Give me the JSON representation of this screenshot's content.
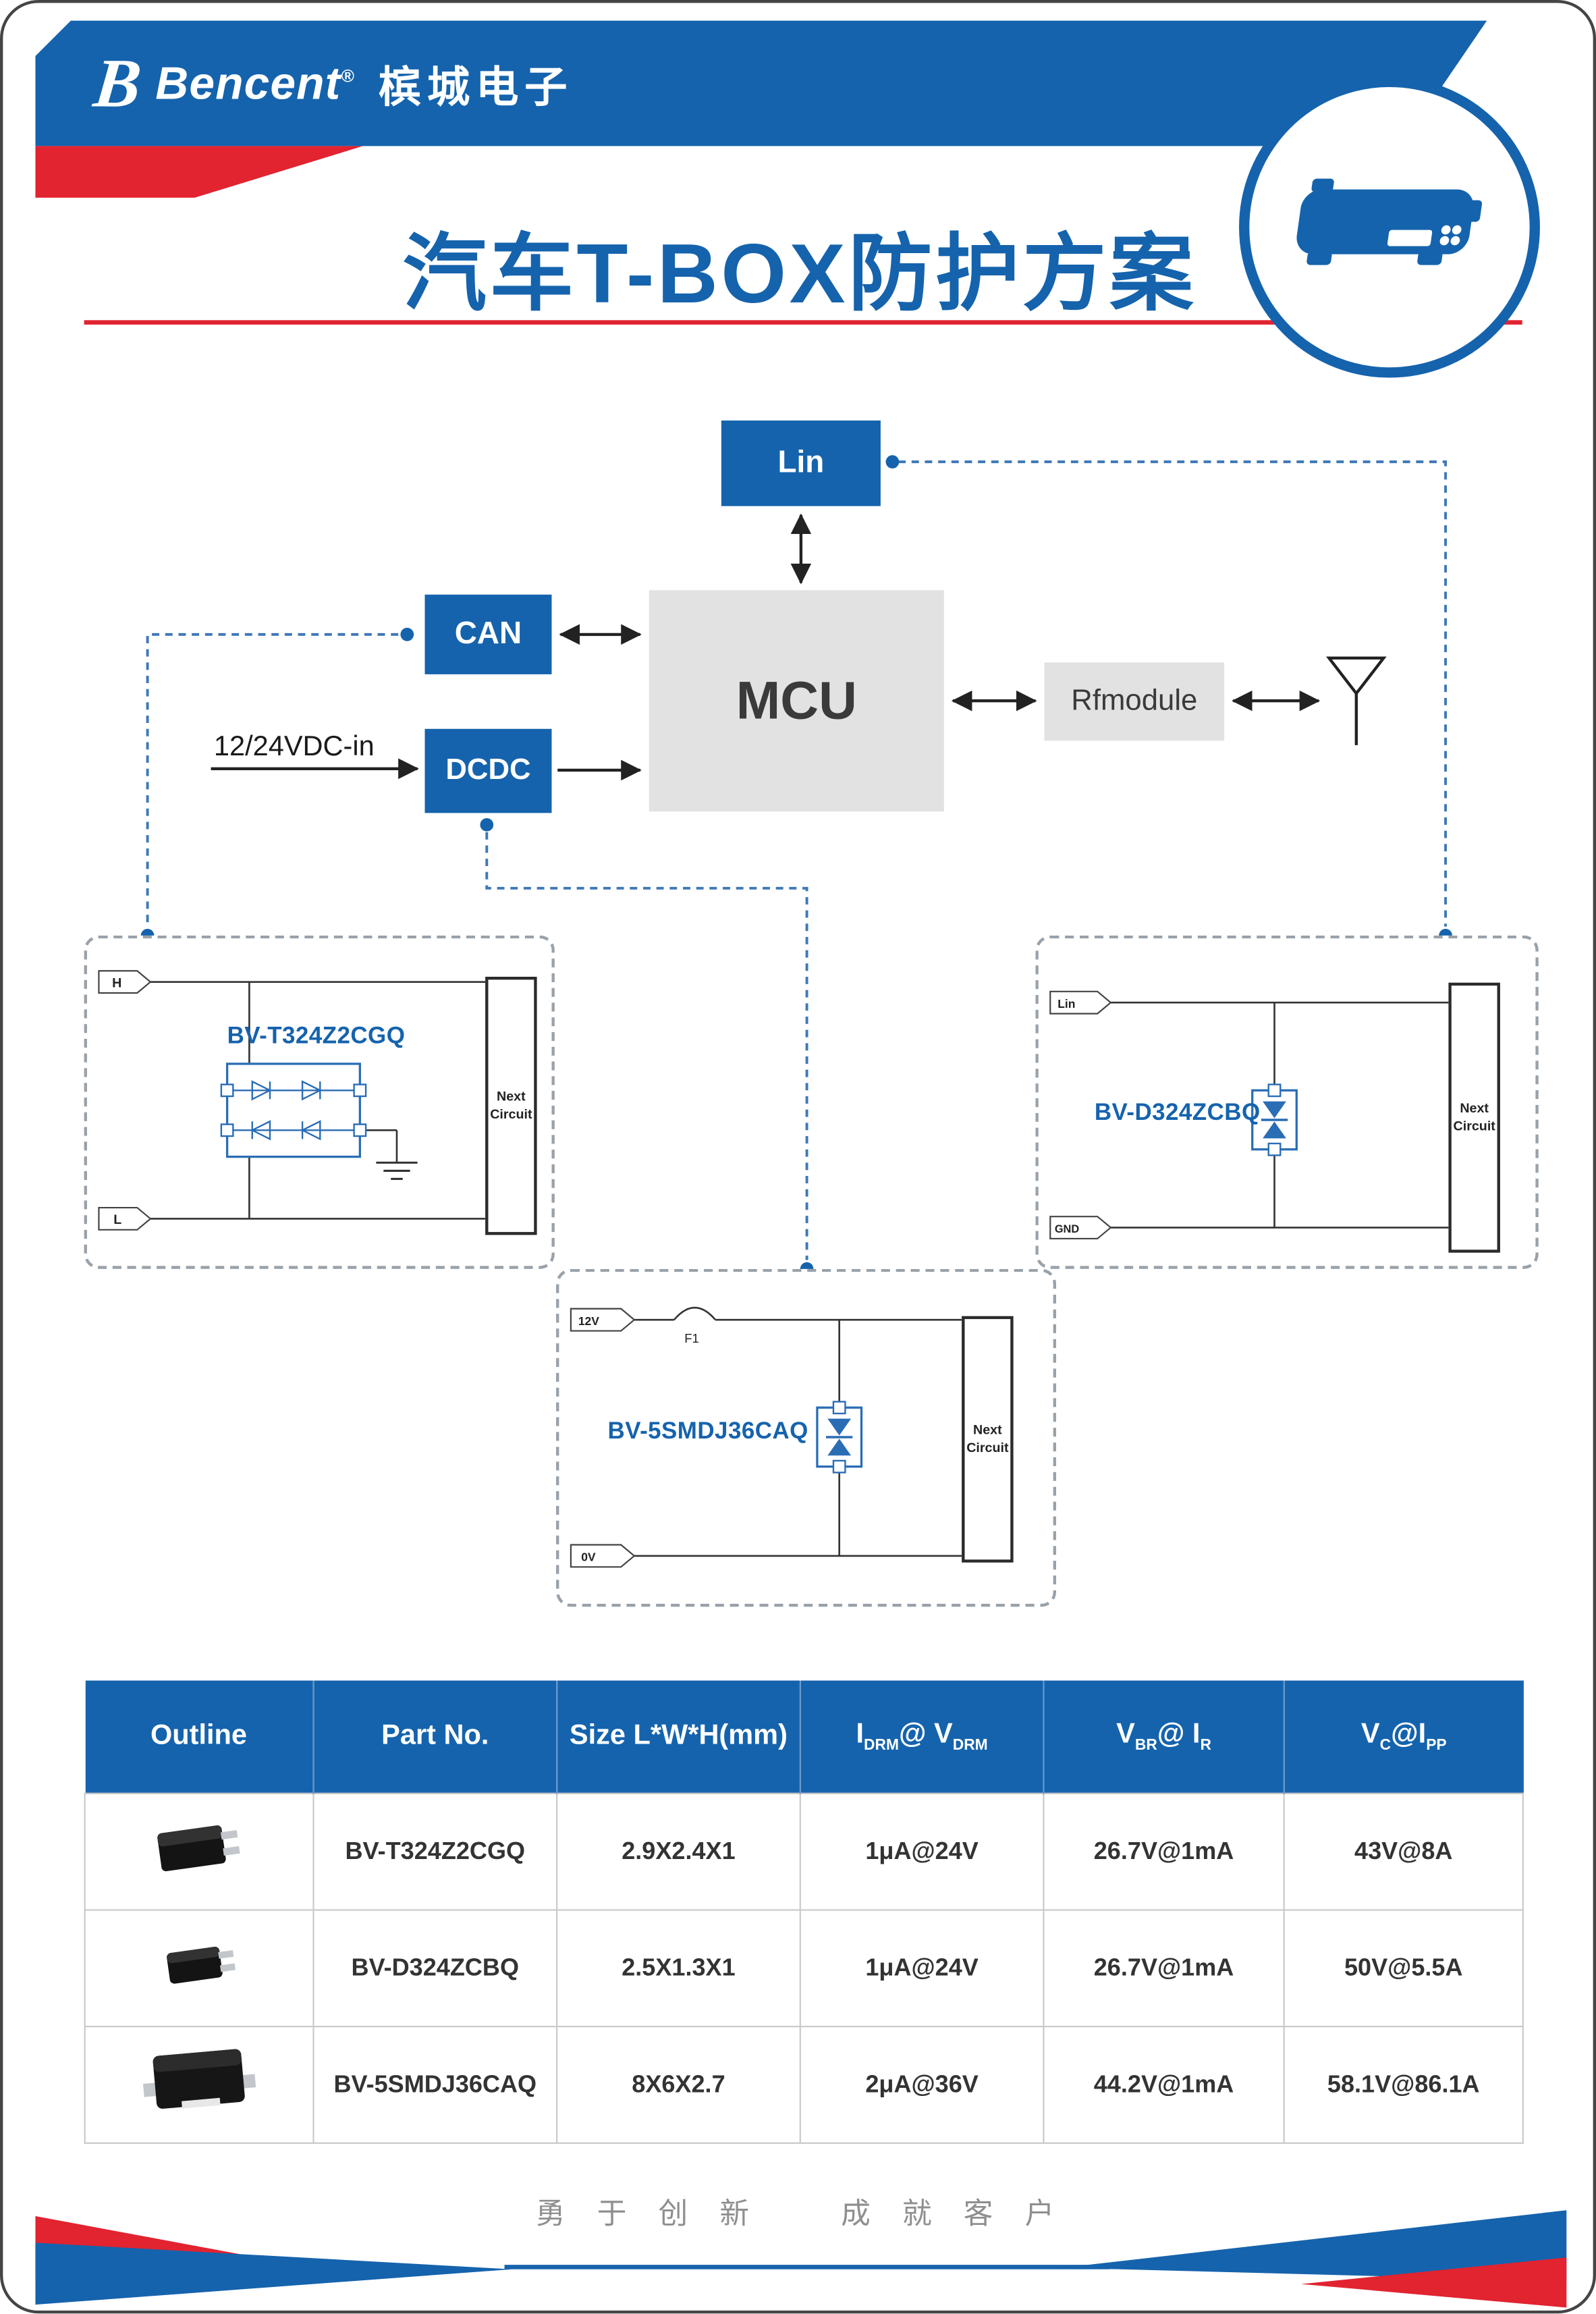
{
  "brand": {
    "mark": "B",
    "name": "Bencent",
    "reg": "®",
    "cn": "槟城电子"
  },
  "title": "汽车T-BOX防护方案",
  "diagram": {
    "lin": "Lin",
    "can": "CAN",
    "mcu": "MCU",
    "dcdc": "DCDC",
    "rfmodule": "Rfmodule",
    "vdc_in": "12/24VDC-in"
  },
  "circuits": {
    "left": {
      "part": "BV-T324Z2CGQ",
      "top_label": "H",
      "bottom_label": "L",
      "next": "Next Circuit"
    },
    "right": {
      "part": "BV-D324ZCBQ",
      "top_label": "Lin",
      "bottom_label": "GND",
      "next": "Next Circuit"
    },
    "middle": {
      "part": "BV-5SMDJ36CAQ",
      "top_label": "12V",
      "bottom_label": "0V",
      "fuse": "F1",
      "next": "Next Circuit"
    }
  },
  "table": {
    "headers": {
      "outline": "Outline",
      "part_no": "Part No.",
      "size": "Size L*W*H(mm)",
      "idrm": {
        "p1": "I",
        "s1": "DRM",
        "p2": "@ V",
        "s2": "DRM"
      },
      "vbr": {
        "p1": "V",
        "s1": "BR",
        "p2": "@ I",
        "s2": "R"
      },
      "vc": {
        "p1": "V",
        "s1": "C",
        "p2": "@I",
        "s2": "PP"
      }
    },
    "rows": [
      {
        "outline_icon": "chip-photo-sot",
        "part_no": "BV-T324Z2CGQ",
        "size": "2.9X2.4X1",
        "idrm": "1μA@24V",
        "vbr": "26.7V@1mA",
        "vc": "43V@8A"
      },
      {
        "outline_icon": "chip-photo-sod",
        "part_no": "BV-D324ZCBQ",
        "size": "2.5X1.3X1",
        "idrm": "1μA@24V",
        "vbr": "26.7V@1mA",
        "vc": "50V@5.5A"
      },
      {
        "outline_icon": "chip-photo-smc",
        "part_no": "BV-5SMDJ36CAQ",
        "size": "8X6X2.7",
        "idrm": "2μA@36V",
        "vbr": "44.2V@1mA",
        "vc": "58.1V@86.1A"
      }
    ]
  },
  "footer": {
    "slogan": "勇 于 创 新    成 就 客 户"
  },
  "colors": {
    "brand_blue": "#1563ad",
    "brand_red": "#e22330",
    "box_gray": "#e2e2e2"
  }
}
